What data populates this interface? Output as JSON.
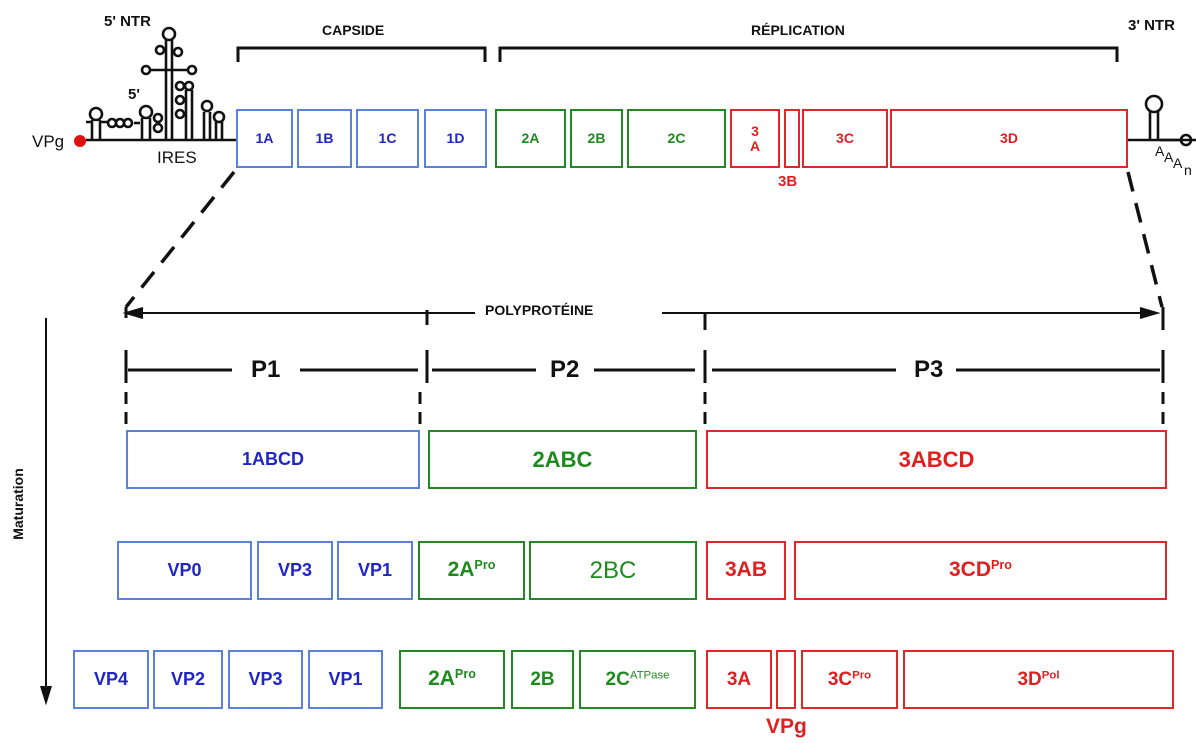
{
  "genome": {
    "five_prime_ntr": "5' NTR",
    "three_prime_ntr": "3' NTR",
    "five_prime": "5'",
    "vpg": "VPg",
    "ires": "IRES",
    "capside": "CAPSIDE",
    "replication": "RÉPLICATION",
    "tail_a1": "A",
    "tail_a2": "A",
    "tail_a3": "A",
    "tail_n": "n",
    "regions": {
      "r1A": "1A",
      "r1B": "1B",
      "r1C": "1C",
      "r1D": "1D",
      "r2A": "2A",
      "r2B": "2B",
      "r2C": "2C",
      "r3A_top": "3",
      "r3A_bottom": "A",
      "r3B": "3B",
      "r3C": "3C",
      "r3D": "3D"
    }
  },
  "polyprotein": {
    "label": "POLYPROTÉINE",
    "p1": "P1",
    "p2": "P2",
    "p3": "P3"
  },
  "maturation_label": "Maturation",
  "level1": {
    "b1": "1ABCD",
    "b2": "2ABC",
    "b3": "3ABCD"
  },
  "level2": {
    "vp0": "VP0",
    "vp3": "VP3",
    "vp1": "VP1",
    "twoA": "2A",
    "twoA_sup": "Pro",
    "twoBC": "2BC",
    "threeAB": "3AB",
    "threeCD": "3CD",
    "threeCD_sup": "Pro"
  },
  "level3": {
    "vp4": "VP4",
    "vp2": "VP2",
    "vp3": "VP3",
    "vp1": "VP1",
    "twoA": "2A",
    "twoA_sup": "Pro",
    "twoB": "2B",
    "twoC": "2C",
    "twoC_sup": "ATPase",
    "threeA": "3A",
    "threeC": "3C",
    "threeC_sup": "Pro",
    "threeD": "3D",
    "threeD_sup": "Pol",
    "vpg": "VPg"
  },
  "colors": {
    "capsid": "#5a82dc",
    "capsid_text": "#1f25c8",
    "p2": "#238a23",
    "p3": "#e02828",
    "vpg_dot": "#e01010"
  }
}
